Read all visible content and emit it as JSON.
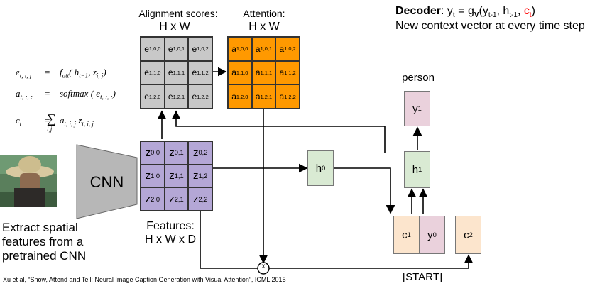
{
  "decoder": {
    "label": "Decoder",
    "formula_prefix": ": y",
    "y_sub": "t",
    "eq": " = g",
    "g_sub": "V",
    "args_open": "(y",
    "a1_sub": "t-1",
    "comma_h": ", h",
    "a2_sub": "t-1",
    "comma_c": ", ",
    "c_letter": "c",
    "c_sub": "t",
    "close": ")",
    "subtitle": "New context vector at every time step"
  },
  "alignment": {
    "title": "Alignment scores:",
    "dims": "H x W"
  },
  "attention": {
    "title": "Attention:",
    "dims": "H x W"
  },
  "features": {
    "title": "Features:",
    "dims": "H x W x D"
  },
  "cnn": {
    "label": "CNN"
  },
  "image_caption": {
    "line1": "Extract spatial",
    "line2": "features from a",
    "line3": "pretrained CNN"
  },
  "equations": {
    "e_lhs": "e",
    "e_lhs_sub": "t, i, j",
    "e_rhs": "f",
    "e_rhs_sub": "att",
    "e_args_h": "( h",
    "e_args_h_sub": "t−1",
    "e_args_z": ", z",
    "e_args_z_sub": "i, j",
    "e_close": ")",
    "a_lhs": "a",
    "a_lhs_sub": "t, :, :",
    "a_rhs": "softmax",
    "a_args": "( e",
    "a_args_sub": "t, :, :",
    "a_close": ")",
    "c_lhs": "c",
    "c_lhs_sub": "t",
    "c_sum": "∑",
    "c_sum_sub": "i,j",
    "c_a": "a",
    "c_a_sub": "t, i, j",
    "c_z": "z",
    "c_z_sub": "t, i, j",
    "eq_sign": "="
  },
  "alignment_grid": [
    [
      {
        "b": "e",
        "s": "1,0,0"
      },
      {
        "b": "e",
        "s": "1,0,1"
      },
      {
        "b": "e",
        "s": "1,0,2"
      }
    ],
    [
      {
        "b": "e",
        "s": "1,1,0"
      },
      {
        "b": "e",
        "s": "1,1,1"
      },
      {
        "b": "e",
        "s": "1,1,2"
      }
    ],
    [
      {
        "b": "e",
        "s": "1,2,0"
      },
      {
        "b": "e",
        "s": "1,2,1"
      },
      {
        "b": "e",
        "s": "1,2,2"
      }
    ]
  ],
  "attention_grid": [
    [
      {
        "b": "a",
        "s": "1,0,0"
      },
      {
        "b": "a",
        "s": "1,0,1"
      },
      {
        "b": "a",
        "s": "1,0,2"
      }
    ],
    [
      {
        "b": "a",
        "s": "1,1,0"
      },
      {
        "b": "a",
        "s": "1,1,1"
      },
      {
        "b": "a",
        "s": "1,1,2"
      }
    ],
    [
      {
        "b": "a",
        "s": "1,2,0"
      },
      {
        "b": "a",
        "s": "1,2,1"
      },
      {
        "b": "a",
        "s": "1,2,2"
      }
    ]
  ],
  "feature_grid": [
    [
      {
        "b": "z",
        "s": "0,0"
      },
      {
        "b": "z",
        "s": "0,1"
      },
      {
        "b": "z",
        "s": "0,2"
      }
    ],
    [
      {
        "b": "z",
        "s": "1,0"
      },
      {
        "b": "z",
        "s": "1,1"
      },
      {
        "b": "z",
        "s": "1,2"
      }
    ],
    [
      {
        "b": "z",
        "s": "2,0"
      },
      {
        "b": "z",
        "s": "2,1"
      },
      {
        "b": "z",
        "s": "2,2"
      }
    ]
  ],
  "nodes": {
    "h0": {
      "b": "h",
      "s": "0"
    },
    "h1": {
      "b": "h",
      "s": "1"
    },
    "y1": {
      "b": "y",
      "s": "1"
    },
    "c1": {
      "b": "c",
      "s": "1"
    },
    "y0": {
      "b": "y",
      "s": "0"
    },
    "c2": {
      "b": "c",
      "s": "2"
    },
    "multiply": "x"
  },
  "person_label": "person",
  "start_label": "[START]",
  "citation": "Xu et al, “Show, Attend and Tell: Neural Image Caption Generation with Visual Attention”, ICML 2015",
  "colors": {
    "alignment": "#c8c8c8",
    "attention": "#ff9900",
    "features": "#b4a7d6",
    "hidden": "#d9ead3",
    "output": "#ead1dc",
    "context": "#fce5cd",
    "highlight": "#ff0000"
  }
}
